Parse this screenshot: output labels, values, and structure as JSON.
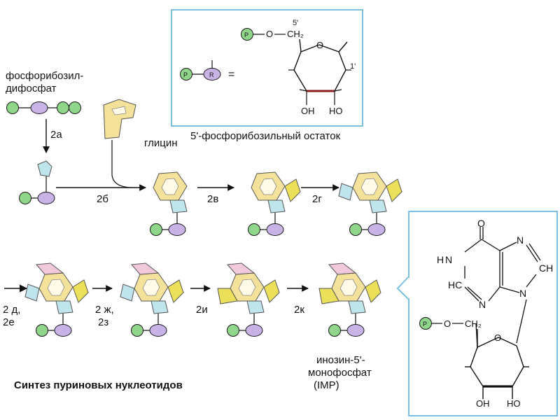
{
  "colors": {
    "phosphate": "#8fd68a",
    "ribose": "#c9b2e6",
    "glycine_ring": "#f5e29a",
    "yellow_group": "#ece05a",
    "blue_group": "#bfe5ec",
    "pink_group": "#f2c8dc",
    "frame": "#7cc0e0"
  },
  "labels": {
    "prpp": "фосфорибозил-",
    "prpp2": "дифосфат",
    "glycine": "глицин",
    "residue": "5'-фосфорибозильный остаток",
    "title": "Синтез пуриновых нуклеотидов",
    "imp1": "инозин-5'-",
    "imp2": "монофосфат",
    "imp3": "(IMP)"
  },
  "steps": {
    "s2a": "2а",
    "s2b": "2б",
    "s2v": "2в",
    "s2g": "2г",
    "s2d": "2 д,",
    "s2e": "2е",
    "s2zh": "2 ж,",
    "s2z": "2з",
    "s2i": "2и",
    "s2k": "2к"
  },
  "symbols": {
    "phosphate": "P",
    "ribose": "R",
    "equals": "="
  },
  "atoms": {
    "C": "C",
    "N": "N",
    "O": "O",
    "H": "H",
    "NH": "N",
    "H_left": "H",
    "CH": "CH",
    "HC": "HC",
    "OH": "OH",
    "HO": "HO",
    "OH2": "OH",
    "HO2": "HO",
    "CH2": "CH₂",
    "CH2b": "CH₂",
    "prime5": "5'",
    "prime1": "1'",
    "O_ring": "O",
    "O_ring2": "O",
    "O_link": "O",
    "O_link2": "O",
    "dash": "–",
    "dash2": "–"
  }
}
